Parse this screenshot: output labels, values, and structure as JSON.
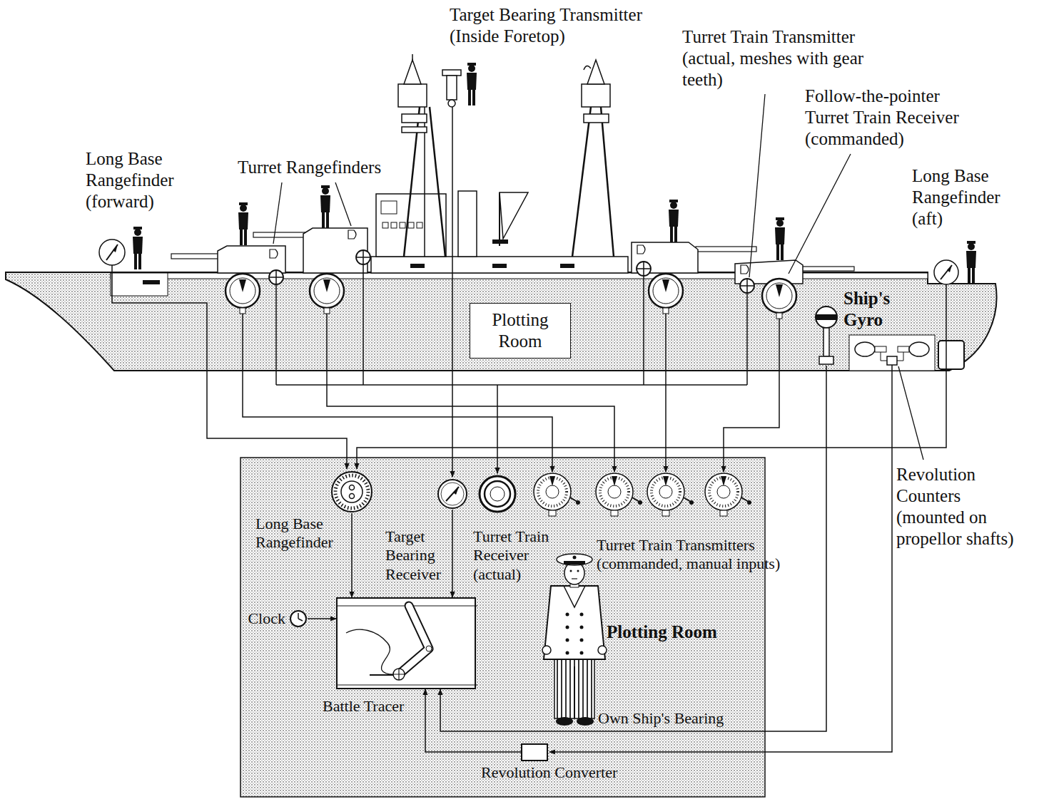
{
  "diagram": {
    "nodes": [
      {
        "text": [
          "Plotting Room"
        ]
      },
      {
        "text": [
          "Ship's Gyro"
        ]
      },
      {
        "text": [
          "Plotting Room"
        ]
      },
      {
        "text": [
          "Long Base Rangefinder"
        ],
        "in": 2
      },
      {
        "text": [
          "Target Bearing Receiver"
        ],
        "in": 2
      },
      {
        "text": [
          "Turret Train Receiver (actual)"
        ],
        "in": 2
      },
      {
        "text": [
          "Clock"
        ],
        "in": 2
      },
      {
        "text": [
          "Battle Tracer"
        ],
        "in": 2
      },
      {
        "text": [
          "Revolution Converter"
        ],
        "in": 2
      }
    ],
    "edges": [
      {
        "from": 3,
        "to": 7,
        "arrow": "to"
      },
      {
        "from": 4,
        "to": 7,
        "arrow": "to"
      },
      {
        "from": 6,
        "to": 7,
        "arrow": "to"
      },
      {
        "from": 8,
        "to": 7,
        "arrow": "to"
      },
      {
        "from": 1,
        "to": 7,
        "arrow": "to",
        "label": "Own Ship's Bearing"
      }
    ],
    "labels": [
      "Target Bearing Transmitter (Inside Foretop)",
      "Turret Train Transmitter (actual, meshes with gear teeth)",
      "Follow-the-pointer Turret Train Receiver (commanded)",
      "Long Base Rangefinder (forward)",
      "Turret Rangefinders",
      "Long Base Rangefinder (aft)",
      "Revolution Counters (mounted on propellor shafts)",
      "Turret Train Transmitters (commanded, manual inputs)"
    ]
  }
}
